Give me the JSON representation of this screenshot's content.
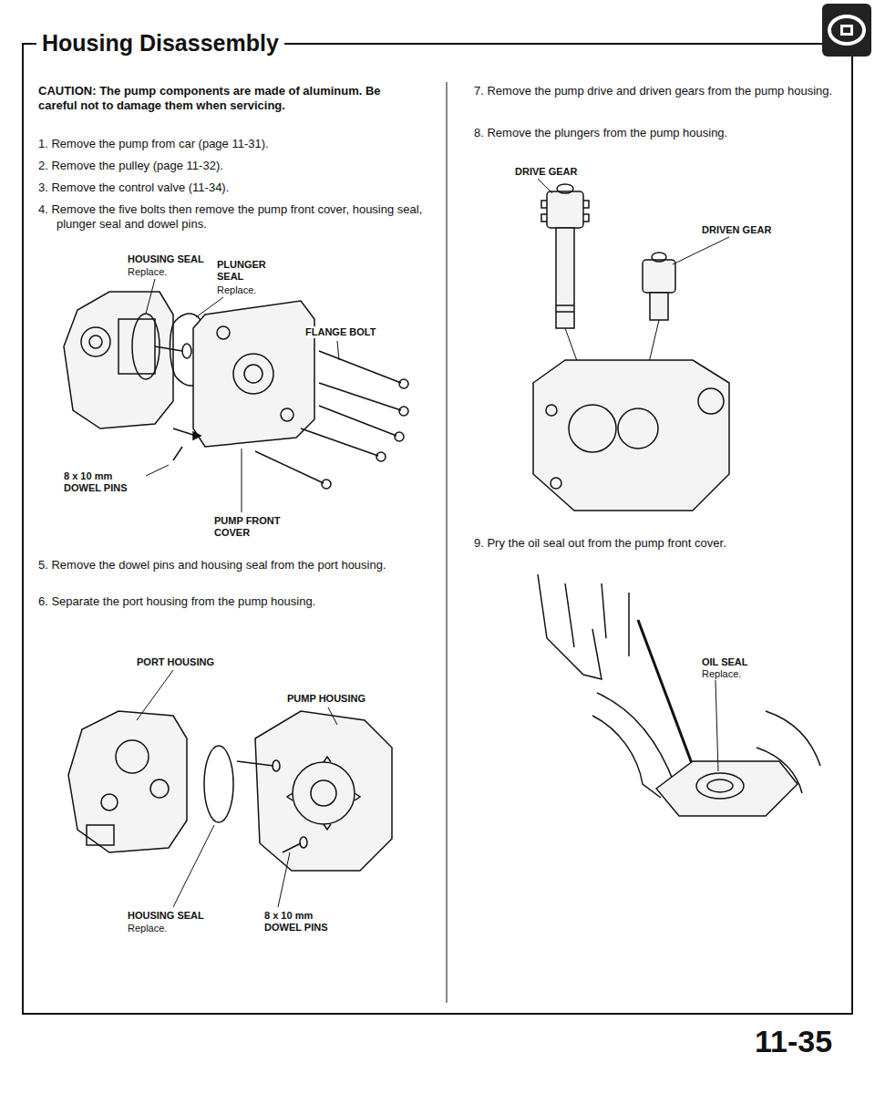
{
  "diagram": {
    "title": "Housing Disassembly",
    "labels": [
      "CAUTION: The pump components are made of aluminum. Be careful not to damage them when servicing.",
      "1. Remove the pump from car (page 11-31).",
      "2. Remove the pulley (page 11-32).",
      "3. Remove the control valve (11-34).",
      "4. Remove the five bolts then remove the pump front cover, housing seal, plunger seal and dowel pins.",
      "HOUSING SEAL",
      "Replace.",
      "PLUNGER SEAL",
      "Replace.",
      "FLANGE BOLT",
      "8 x 10 mm DOWEL PINS",
      "PUMP FRONT COVER",
      "5. Remove the dowel pins and housing seal from the port housing.",
      "6. Separate the port housing from the pump housing.",
      "PORT HOUSING",
      "PUMP HOUSING",
      "HOUSING SEAL",
      "Replace.",
      "8 x 10 mm DOWEL PINS",
      "7. Remove the pump drive and driven gears from the pump housing.",
      "8. Remove the plungers from the pump housing.",
      "DRIVE GEAR",
      "DRIVEN GEAR",
      "9. Pry the oil seal out from the pump front cover.",
      "OIL SEAL",
      "Replace.",
      "11-35"
    ]
  }
}
